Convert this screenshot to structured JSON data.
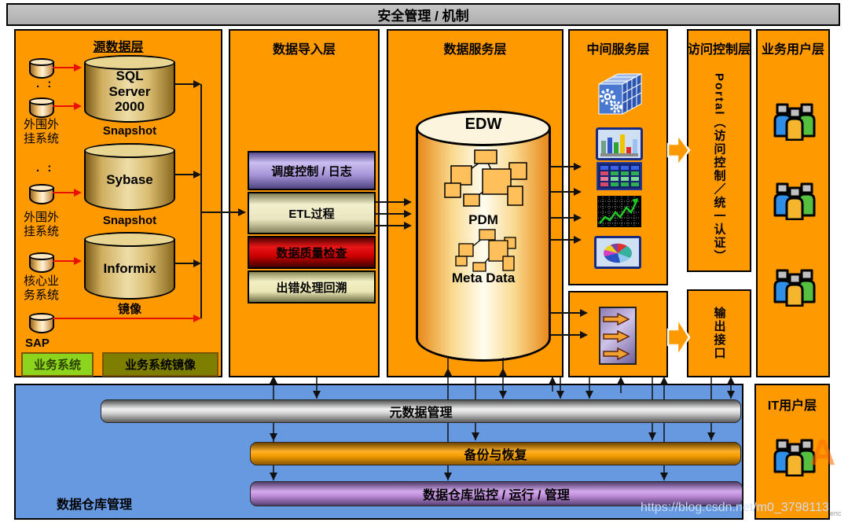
{
  "banner": "安全管理 / 机制",
  "source_layer": {
    "header": "源数据层",
    "dots": ". :",
    "side_labels": [
      "外围外挂系统",
      "外围外挂系统",
      "核心业务系统",
      "SAP"
    ],
    "databases": [
      {
        "name": "SQL Server 2000",
        "caption": "Snapshot"
      },
      {
        "name": "Sybase",
        "caption": "Snapshot"
      },
      {
        "name": "Informix",
        "caption": "镜像"
      }
    ],
    "legend": [
      {
        "label": "业务系统",
        "color": "#8dd41e"
      },
      {
        "label": "业务系统镜像",
        "color": "#7e7f00"
      }
    ]
  },
  "import_layer": {
    "header": "数据导入层",
    "boxes": [
      {
        "label": "调度控制 / 日志",
        "color": "#a795d8"
      },
      {
        "label": "ETL过程",
        "color": "#e9e5c0"
      },
      {
        "label": "数据质量检查",
        "color": "#cc0000"
      },
      {
        "label": "出错处理回溯",
        "color": "#eae6b4"
      }
    ]
  },
  "service_layer": {
    "header": "数据服务层",
    "edw_label": "EDW",
    "pdm_label": "PDM",
    "meta_label": "Meta Data"
  },
  "middle_layer": {
    "header": "中间服务层",
    "icons": [
      "olap-cube-icon",
      "bar-chart-icon",
      "data-table-icon",
      "line-chart-icon",
      "pie-chart-icon",
      "output-arrows-icon"
    ]
  },
  "access_layer": {
    "header": "访问控制层",
    "portal_label": "Portal（访问控制／统一认证）",
    "output_label": "输出接口"
  },
  "business_user_layer": {
    "header": "业务用户层",
    "icon": "users-group-icon"
  },
  "it_user_layer": {
    "header": "IT用户层",
    "icon": "users-group-icon"
  },
  "management_panel": {
    "label": "数据仓库管理",
    "bars": [
      {
        "label": "元数据管理",
        "color": "#c9c9c9"
      },
      {
        "label": "备份与恢复",
        "color": "#f59d00"
      },
      {
        "label": "数据仓库监控 / 运行 / 管理",
        "color": "#bd8ad6"
      }
    ]
  },
  "watermark": {
    "url": "https://blog.csdn.net/m0_3798113",
    "fragment_a": "A",
    "fragment_enc": "enc"
  }
}
